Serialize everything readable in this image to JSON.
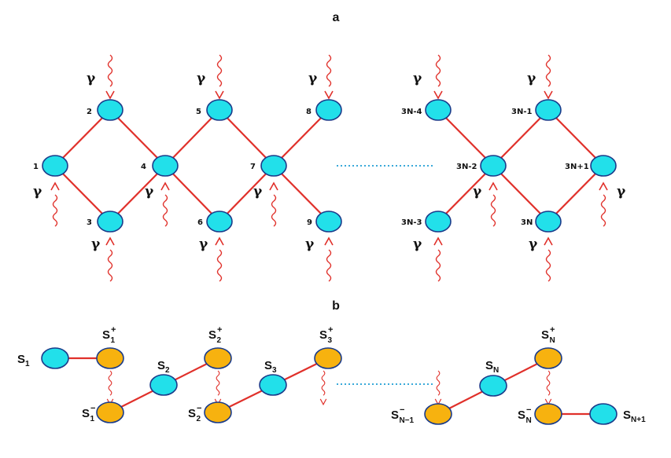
{
  "panels": {
    "a": "a",
    "b": "b"
  },
  "gamma": "γ",
  "top_nodes": [
    "1",
    "2",
    "3",
    "4",
    "5",
    "6",
    "7",
    "8",
    "9",
    "3N-4",
    "3N-1",
    "3N-2",
    "3N+1",
    "3N-3",
    "3N"
  ],
  "bottom_labels": {
    "S1": "S",
    "S1_sub": "1",
    "S1p": "S",
    "S1p_sub": "1",
    "S1p_sup": "+",
    "S1m": "S",
    "S1m_sub": "1",
    "S1m_sup": "−",
    "S2": "S",
    "S2_sub": "2",
    "S2p": "S",
    "S2p_sub": "2",
    "S2p_sup": "+",
    "S2m": "S",
    "S2m_sub": "2",
    "S2m_sup": "−",
    "S3": "S",
    "S3_sub": "3",
    "S3p": "S",
    "S3p_sub": "3",
    "S3p_sup": "+",
    "SNm1m": "S",
    "SNm1m_sub": "N−1",
    "SNm1m_sup": "−",
    "SN": "S",
    "SN_sub": "N",
    "SNp": "S",
    "SNp_sub": "N",
    "SNp_sup": "+",
    "SNm": "S",
    "SNm_sub": "N",
    "SNm_sup": "−",
    "SN1": "S",
    "SN1_sub": "N+1"
  },
  "colors": {
    "edge": "#e0302a",
    "cyan_node": "#22e0ea",
    "gold_node": "#f7b20f",
    "node_outline": "#1a3b8a",
    "ellipsis": "#39a9d9"
  }
}
